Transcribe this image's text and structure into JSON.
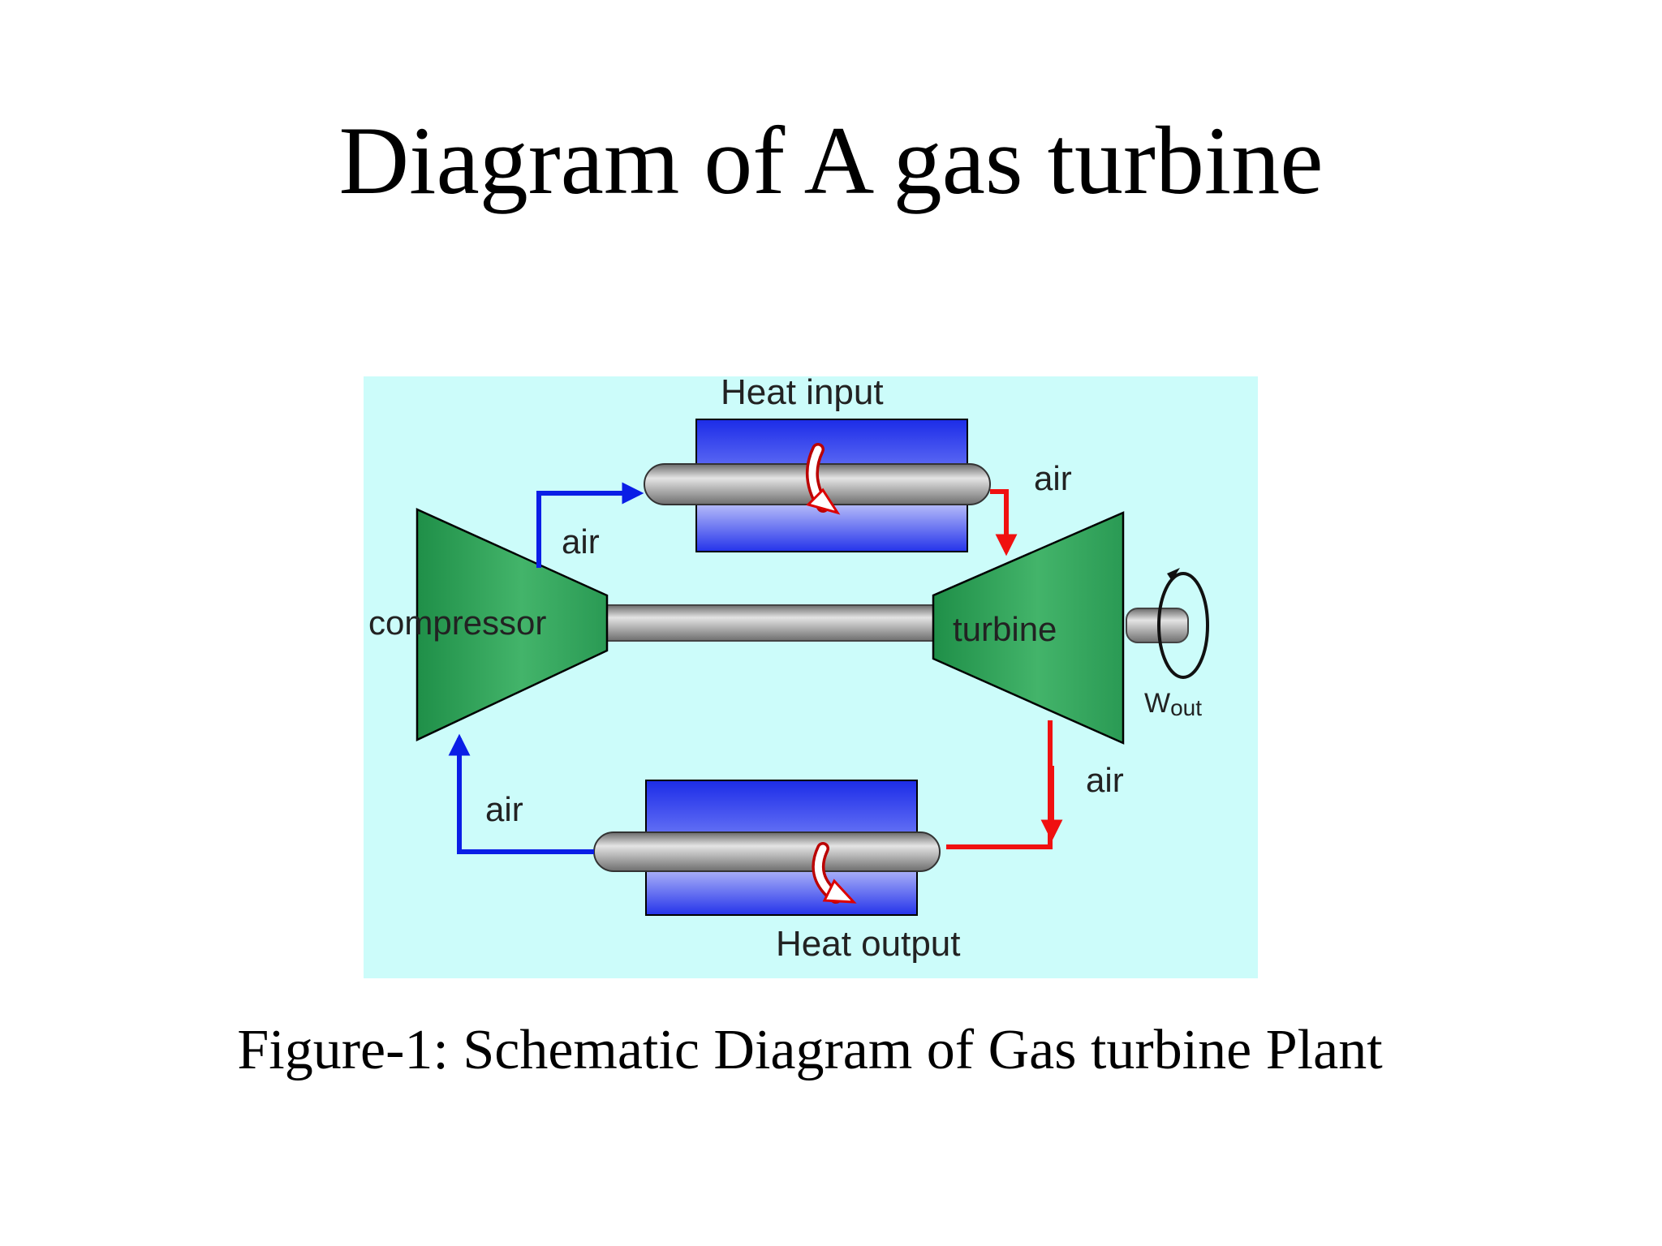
{
  "slide": {
    "title": "Diagram of A gas turbine",
    "caption": "Figure-1: Schematic Diagram of Gas turbine Plant"
  },
  "diagram": {
    "labels": {
      "heat_input": "Heat input",
      "heat_output": "Heat output",
      "compressor": "compressor",
      "turbine": "turbine",
      "air_compressor_out": "air",
      "air_heater_out": "air",
      "air_turbine_out": "air",
      "air_cooler_out": "air",
      "w_main": "W",
      "w_sub": "out"
    },
    "colors": {
      "background": "#ccfcfa",
      "machine_fill": "#2fa35a",
      "exchanger_fill": "#2636f0",
      "pipe_fill": "#a3a3a3",
      "cold_flow": "#0a1ee6",
      "hot_flow": "#f01010"
    }
  }
}
